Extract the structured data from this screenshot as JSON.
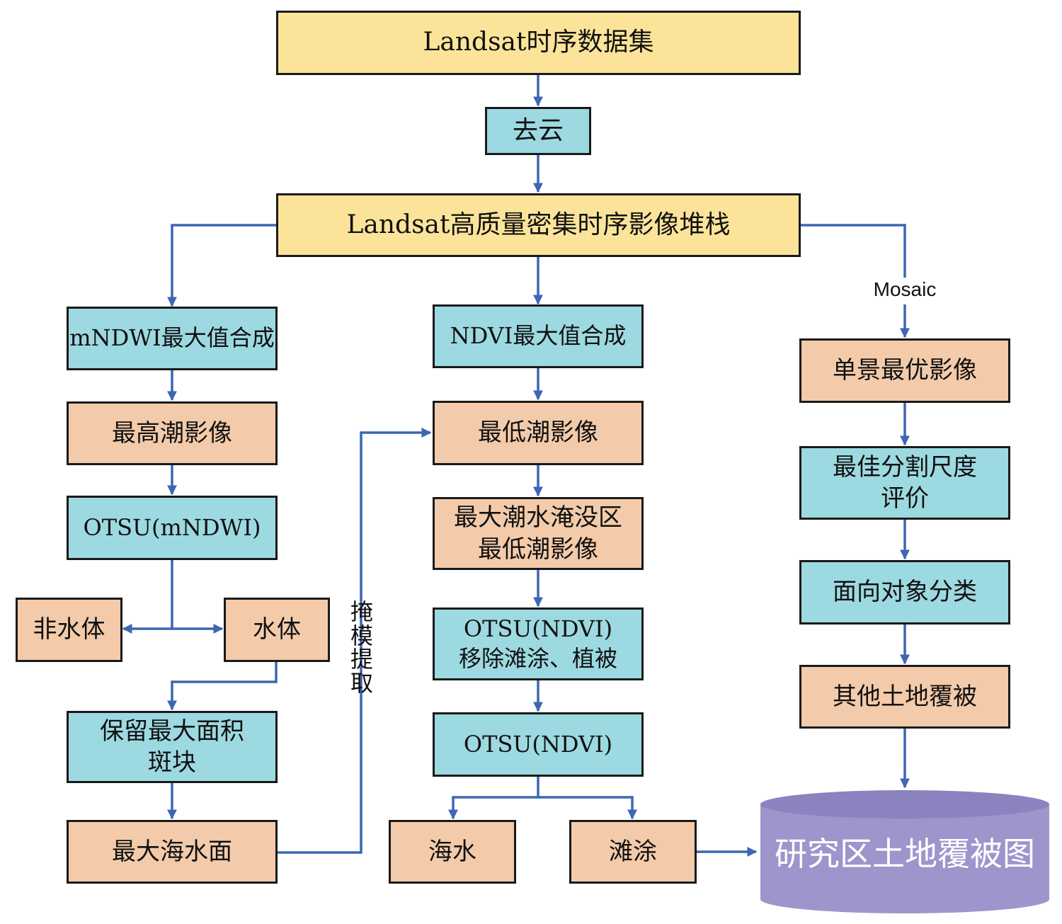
{
  "nodes": {
    "landsat_ts": "Landsat时序数据集",
    "cloud_removal": "去云",
    "stack": "Landsat高质量密集时序影像堆栈",
    "mndwi_max": "mNDWI最大值合成",
    "high_tide": "最高潮影像",
    "otsu_mndwi": "OTSU(mNDWI)",
    "non_water": "非水体",
    "water": "水体",
    "keep_max_1": "保留最大面积",
    "keep_max_2": "斑块",
    "max_sea": "最大海水面",
    "ndvi_max": "NDVI最大值合成",
    "low_tide": "最低潮影像",
    "inund_1": "最大潮水淹没区",
    "inund_2": "最低潮影像",
    "otsu_ndvi_remove_1": "OTSU(NDVI)",
    "otsu_ndvi_remove_2": "移除滩涂、植被",
    "otsu_ndvi": "OTSU(NDVI)",
    "seawater": "海水",
    "tidal_flat": "滩涂",
    "best_single": "单景最优影像",
    "seg_eval_1": "最佳分割尺度",
    "seg_eval_2": "评价",
    "obia": "面向对象分类",
    "other_cover": "其他土地覆被",
    "result_map": "研究区土地覆被图"
  },
  "labels": {
    "mosaic": "Mosaic",
    "mask_extract": "掩模提取"
  },
  "colors": {
    "yellow_fill": "#fbe49a",
    "cyan_fill": "#9dd9e1",
    "peach_fill": "#f3cbaa",
    "arrow": "#3d66b3",
    "database": "#9d96cc"
  }
}
